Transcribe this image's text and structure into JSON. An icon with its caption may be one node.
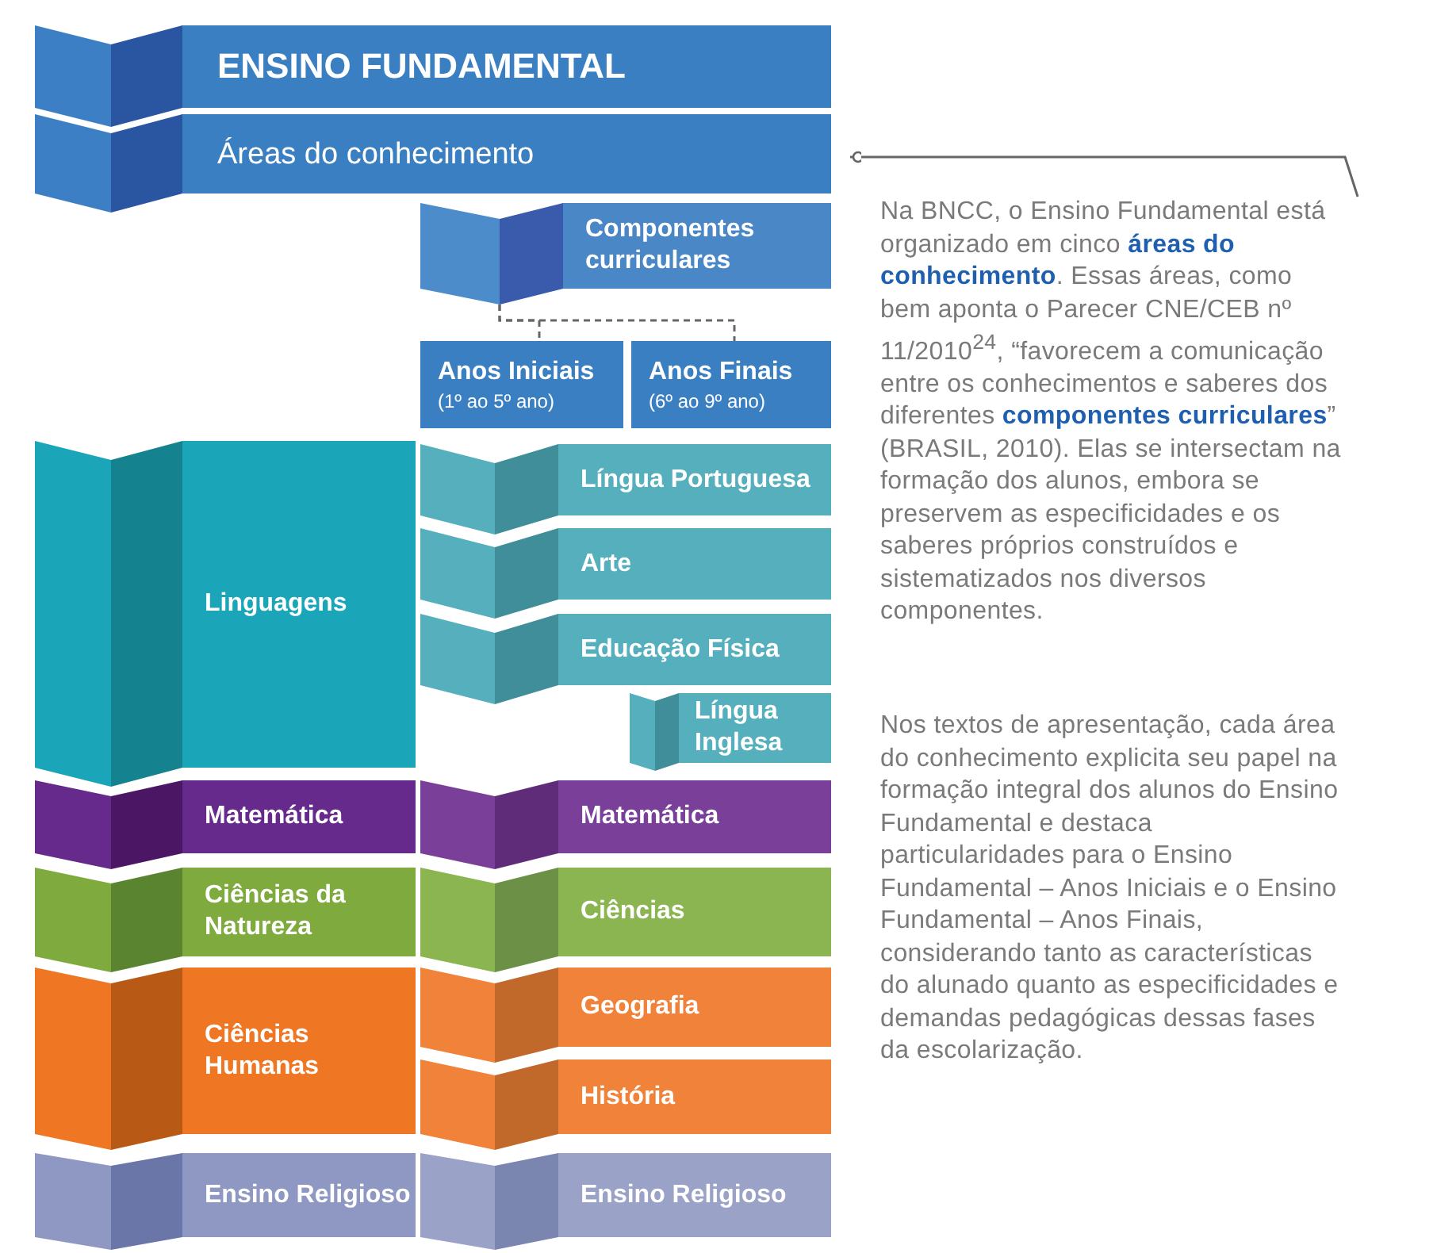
{
  "diagram": {
    "nodes": [
      {
        "text": [
          "ENSINO FUNDAMENTAL"
        ]
      },
      {
        "text": [
          "Áreas do conhecimento"
        ]
      },
      {
        "text": [
          "Componentes curriculares"
        ]
      },
      {
        "text": [
          "Anos Iniciais",
          "(1º ao 5º ano)"
        ]
      },
      {
        "text": [
          "Anos Finais",
          "(6º ao 9º ano)"
        ]
      },
      {
        "text": [
          "Linguagens"
        ]
      },
      {
        "text": [
          "Língua Portuguesa"
        ]
      },
      {
        "text": [
          "Arte"
        ]
      },
      {
        "text": [
          "Educação Física"
        ]
      },
      {
        "text": [
          "Língua Inglesa"
        ]
      },
      {
        "text": [
          "Matemática"
        ]
      },
      {
        "text": [
          "Matemática"
        ]
      },
      {
        "text": [
          "Ciências da Natureza"
        ]
      },
      {
        "text": [
          "Ciências"
        ]
      },
      {
        "text": [
          "Ciências Humanas"
        ]
      },
      {
        "text": [
          "Geografia"
        ]
      },
      {
        "text": [
          "História"
        ]
      },
      {
        "text": [
          "Ensino Religioso"
        ]
      },
      {
        "text": [
          "Ensino Religioso"
        ]
      },
      {
        "text": [
          "Na BNCC, o Ensino Fundamental está organizado em cinco **áreas do conhecimento**. Essas áreas, como bem aponta o Parecer CNE/CEB nº 11/2010$^{24}$, “favorecem a comunicação entre os conhecimentos e saberes dos diferentes **componentes curriculares**” (BRASIL, 2010). Elas se intersectam na formação dos alunos, embora se preservem as especificidades e os saberes próprios construídos e sistematizados nos diversos componentes."
        ]
      }
    ],
    "edges": [
      {
        "from": 2,
        "to": 3,
        "arrow": "none",
        "style": "dashed"
      },
      {
        "from": 2,
        "to": 4,
        "arrow": "none",
        "style": "dashed"
      },
      {
        "from": 19,
        "to": 1,
        "arrow": "other"
      }
    ],
    "labels": [
      "Nos textos de apresentação, cada área do conhecimento explicita seu papel na formação integral dos alunos do Ensino Fundamental e destaca particularidades para o Ensino Fundamental – Anos Iniciais e o Ensino Fundamental – Anos Finais, considerando tanto as características do alunado quanto as especificidades e demandas pedagógicas dessas fases da escolarização."
    ]
  }
}
